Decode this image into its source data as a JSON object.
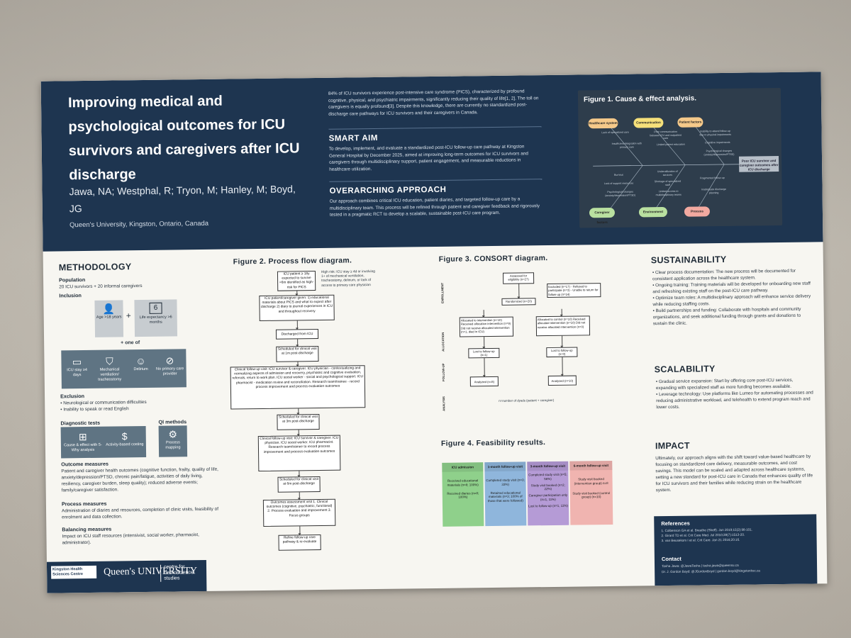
{
  "header": {
    "title": "Improving medical and psychological outcomes for ICU survivors and caregivers after ICU discharge",
    "authors": "Jawa, NA; Westphal, R; Tryon, M; Hanley, M; Boyd, JG",
    "affiliation": "Queen's University, Kingston, Ontario, Canada",
    "intro": "84% of ICU survivors experience post-intensive care syndrome (PICS), characterized by profound cognitive, physical, and psychiatric impairments, significantly reducing their quality of life[1, 2]. The toll on caregivers is equally profound[3]. Despite this knowledge, there are currently no standardized post-discharge care pathways for ICU survivors and their caregivers in Canada.",
    "smart_aim_title": "SMART AIM",
    "smart_aim_text": "To develop, implement, and evaluate a standardized post-ICU follow-up care pathway at Kingston General Hospital by December 2025, aimed at improving long-term outcomes for ICU survivors and caregivers through multidisciplinary support, patient engagement, and measurable reductions in healthcare utilization.",
    "approach_title": "OVERARCHING APPROACH",
    "approach_text": "Our approach combines critical ICU education, patient diaries, and targeted follow-up care by a multidisciplinary team. This process will be refined through patient and caregiver feedback and rigorously tested in a pragmatic RCT to develop a scalable, sustainable post-ICU care program."
  },
  "fig1": {
    "title": "Figure 1. Cause & effect analysis.",
    "categories": [
      "Healthcare system",
      "Communication",
      "Patient factors",
      "Caregiver factors",
      "Environment",
      "Process"
    ],
    "effect": "Poor ICU survivor and caregiver outcomes after ICU discharge",
    "causes": [
      "Lack of specialized care",
      "Insufficient integration with primary care",
      "Poor communication between ICU and outpatient care",
      "Limited patient education",
      "Inability to attend follow-up due to physical impairments",
      "Cognitive impairments",
      "Psychological changes (anxiety/depression/PTSD)",
      "Burnout",
      "Lack of support resources",
      "Psychological changes (anxiety/depression/PTSD)",
      "Underutilization of services",
      "Shortage of specialized staff",
      "Limited access to multidisciplinary teams",
      "Fragmented follow-up",
      "Inadequate discharge planning"
    ]
  },
  "methodology": {
    "title": "METHODOLOGY",
    "population_label": "Population",
    "population_text": "20 ICU survivors + 20 informal caregivers",
    "inclusion_label": "Inclusion",
    "age_tile": "Age >18 years",
    "life_tile": "Life expectancy >6 months",
    "calendar_num": "6",
    "one_of": "+ one of",
    "criteria": [
      "ICU stay ≥4 days",
      "Mechanical ventilation/ tracheostomy",
      "Delirium",
      "No primary care provider"
    ],
    "exclusion_label": "Exclusion",
    "exclusion_items": [
      "• Neurological or communication difficulties",
      "• Inability to speak or read English"
    ],
    "diag_label": "Diagnostic tests",
    "qi_label": "QI methods",
    "diag_items": [
      "Cause & effect with 5-Why analysis",
      "Activity-based costing"
    ],
    "qi_item": "Process mapping",
    "outcome_label": "Outcome measures",
    "outcome_text": "Patient and caregiver health outcomes (cognitive function, frailty, quality of life, anxiety/depression/PTSD, chronic pain/fatigue, activities of daily living, resiliency, caregiver burden, sleep quality); reduced adverse events; family/caregiver satisfaction.",
    "process_label": "Process measures",
    "process_text": "Administration of diaries and resources, completion of clinic visits, feasibility of enrolment and data collection.",
    "balancing_label": "Balancing measures",
    "balancing_text": "Impact on ICU staff resources (intensivist, social worker, pharmacist, administrator).",
    "logos": [
      "Kingston Health Sciences Centre",
      "Queen's UNIVERSITY",
      "centre for neuroscience studies"
    ]
  },
  "fig2": {
    "title": "Figure 2. Process flow diagram.",
    "steps": [
      "ICU patient ≥ 18y expected to survive >6m identified as high-risk for PICS",
      "ICU patient/caregiver given: 1) educational materials about PICS and what to expect after discharge 2) diary to journal experiences in ICU and throughout recovery",
      "Discharged from ICU",
      "Scheduled for clinical visit at 1m post-discharge",
      "Clinical follow-up visit: ICU survivor & caregiver. ICU physician - contextualizing and normalizing aspects of admission and recovery, psychiatric and cognitive evaluation, referrals, return to work plan. ICU social worker - social and psychological support. ICU pharmacist - medication review and reconciliation. Research team/trainee - record process improvement and process evaluation outcomes",
      "Scheduled for clinical visit at 3m post-discharge",
      "Clinical follow-up visit: ICU survivor & caregiver. ICU physician. ICU social worker. ICU pharmacist. Research team/trainee to record process improvement and process evaluation outcomes",
      "Scheduled for clinical visit at 6m post-discharge",
      "Outcomes assessment visit 1. Clinical outcomes (cognitive, psychiatric, functional) 2. Process evaluation and improvement 3. Focus groups",
      "Refine follow-up care pathway & re-evaluate"
    ],
    "high_risk": "High risk: ICU stay ≥ 4d or involving 1+ of mechanical ventilation, tracheostomy, delirium, or lack of access to primary care physician"
  },
  "fig3": {
    "title": "Figure 3. CONSORT diagram.",
    "enrollment": "ENROLLMENT",
    "allocation": "ALLOCATION",
    "followup": "FOLLOW-UP",
    "analysis": "ANALYSIS",
    "assessed": "Assessed for eligibility (n=27)",
    "excluded": "Excluded (n=17) - Refused to participate (n=3) - Unable to return for follow-up (n=14)",
    "randomized": "Randomized (n=20)",
    "alloc_int": "Allocated to intervention (n=10) Received allocation intervention (n=9) Did not receive allocated intervention (n=1, died in ICU)",
    "alloc_ctrl": "Allocated to control (n=10) Received allocated intervention (n=10) Did not receive allocated intervention (n=0)",
    "lost_int": "Lost to follow-up (n=1)",
    "lost_ctrl": "Lost to follow-up (n=0)",
    "anal_int": "Analyzed (n=8)",
    "anal_ctrl": "Analyzed (n=10)",
    "note": "n=number of dyads (patient + caregiver)"
  },
  "fig4": {
    "title": "Figure 4. Feasibility results.",
    "columns": [
      {
        "head": "ICU admission",
        "color": "#8fd08b",
        "cells": [
          "Received educational materials (n=8; 100%)",
          "Received diaries (n=8; 100%)"
        ]
      },
      {
        "head": "1-month follow-up visit",
        "color": "#8fb6dc",
        "cells": [
          "Completed study visit (n=3; 33%)",
          "Retained educational materials (n=3; 100% of those that were followed)"
        ]
      },
      {
        "head": "3-month follow-up visit",
        "color": "#b59bd6",
        "cells": [
          "Completed study visit (n=5; 56%)",
          "Study visit booked (n=2; 22%)",
          "Caregiver participation only (n=1, 11%)",
          "Lost to follow-up (n=1, 11%)"
        ]
      },
      {
        "head": "6-month follow-up visit",
        "color": "#f0b4b0",
        "cells": [
          "Study visit booked (intervention group) n=8",
          "Study visit booked (control group) (n=10)"
        ]
      }
    ]
  },
  "sustainability": {
    "title": "SUSTAINABILITY",
    "items": [
      "• Clear process documentation: The new process will be documented for consistent application across the healthcare system.",
      "• Ongoing training: Training materials will be developed for onboarding new staff and refreshing existing staff on the post-ICU care pathway.",
      "• Optimize team roles: A multidisciplinary approach will enhance service delivery while reducing staffing costs.",
      "• Build partnerships and funding: Collaborate with hospitals and community organizations, and seek additional funding through grants and donations to sustain the clinic."
    ]
  },
  "scalability": {
    "title": "SCALABILITY",
    "items": [
      "• Gradual service expansion: Start by offering core post-ICU services, expanding with specialized staff as more funding becomes available.",
      "• Leverage technology: Use platforms like Lumeo for automating processes and reducing administrative workload, and telehealth to extend program reach and lower costs."
    ]
  },
  "impact": {
    "title": "IMPACT",
    "text": "Ultimately, our approach aligns with the shift toward value-based healthcare by focusing on standardized care delivery, measurable outcomes, and cost savings. This model can be scaled and adapted across healthcare systems, setting a new standard for post-ICU care in Canada that enhances quality of life for ICU survivors and their families while reducing strain on the healthcare system."
  },
  "references": {
    "title": "References",
    "items": [
      "1. Colbenson GA et al. Breathe (Sheff). Jun 2019;15(2):98-101.",
      "2. Girard TD et al. Crit Care Med. Jul 2010;38(7):1513-20.",
      "3. van Beusekom I et al. Crit Care. Jan 21 2016;20:16."
    ],
    "contact_title": "Contact",
    "contacts": [
      "Tasha Jawa: @JawaTasha | tasha.jawa@queensu.ca",
      "Dr. J. Gordon Boyd: @JGordonBoyd | gordon.boyd@kingstonhsc.ca"
    ]
  }
}
